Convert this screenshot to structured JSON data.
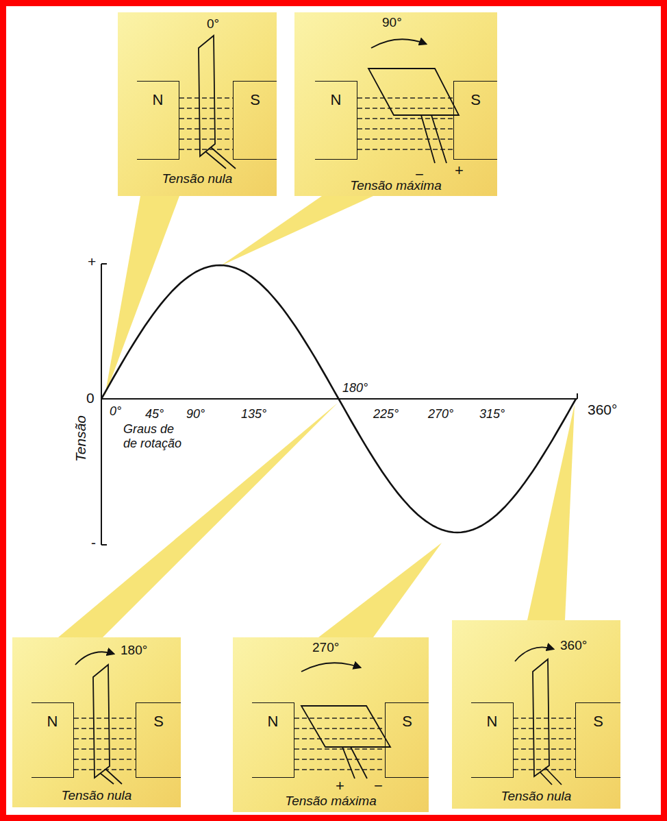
{
  "diagram": {
    "nodes": [
      {
        "text": [
          "0°",
          "Tensão nula"
        ]
      },
      {
        "text": [
          "N"
        ],
        "in": 0
      },
      {
        "text": [
          "S"
        ],
        "in": 0
      },
      {
        "text": [
          "90°",
          "−",
          "+",
          "Tensão máxima"
        ]
      },
      {
        "text": [
          "N"
        ],
        "in": 3
      },
      {
        "text": [
          "S"
        ],
        "in": 3
      },
      {
        "text": [
          "180°",
          "Tensão nula"
        ]
      },
      {
        "text": [
          "N"
        ],
        "in": 6
      },
      {
        "text": [
          "S"
        ],
        "in": 6
      },
      {
        "text": [
          "270°",
          "+",
          "−",
          "Tensão máxima"
        ]
      },
      {
        "text": [
          "N"
        ],
        "in": 9
      },
      {
        "text": [
          "S"
        ],
        "in": 9
      },
      {
        "text": [
          "360°",
          "Tensão nula"
        ]
      },
      {
        "text": [
          "N"
        ],
        "in": 12
      },
      {
        "text": [
          "S"
        ],
        "in": 12
      }
    ],
    "labels": [
      "+",
      "0",
      "-",
      "Tensão",
      "0°",
      "45°",
      "90°",
      "135°",
      "180°",
      "225°",
      "270°",
      "315°",
      "360°",
      "Graus de de rotação"
    ]
  }
}
